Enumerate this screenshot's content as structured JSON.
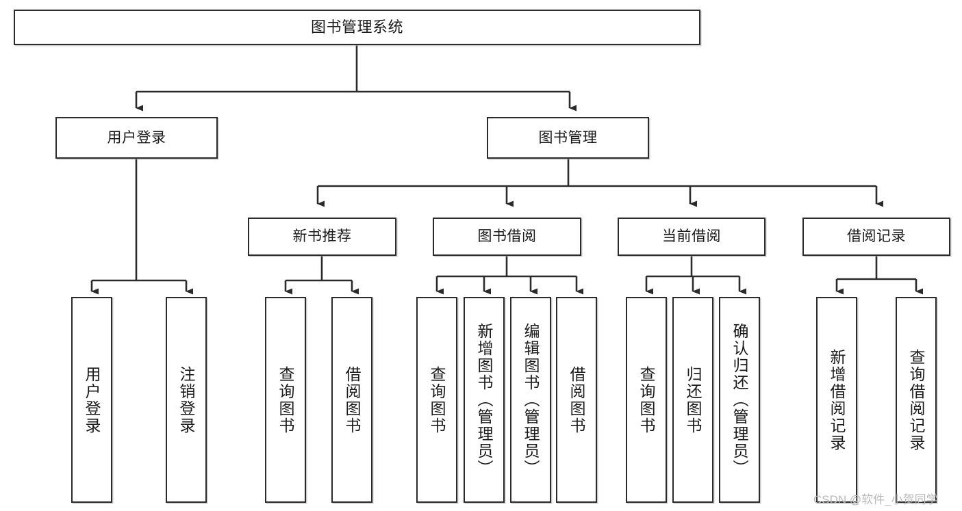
{
  "diagram": {
    "title": "图书管理系统",
    "watermark": "CSDN @软件_小贺同学",
    "colors": {
      "box_border": "#2b2b2b",
      "box_fill": "#ffffff",
      "connector": "#2b2b2b",
      "watermark": "#b9b9b9",
      "background": "#ffffff"
    },
    "levels": {
      "root": "图书管理系统",
      "level2": [
        "用户登录",
        "图书管理"
      ],
      "level3": [
        "新书推荐",
        "图书借阅",
        "当前借阅",
        "借阅记录"
      ]
    },
    "nodes": {
      "root": {
        "label": "图书管理系统"
      },
      "user_login": {
        "label": "用户登录"
      },
      "book_manage": {
        "label": "图书管理"
      },
      "new_book_rec": {
        "label": "新书推荐"
      },
      "book_borrow": {
        "label": "图书借阅"
      },
      "current_borrow": {
        "label": "当前借阅"
      },
      "borrow_record": {
        "label": "借阅记录"
      }
    },
    "leaves": {
      "user_login": [
        {
          "label": "用户登录"
        },
        {
          "label": "注销登录"
        }
      ],
      "new_book_rec": [
        {
          "label": "查询图书"
        },
        {
          "label": "借阅图书"
        }
      ],
      "book_borrow": [
        {
          "label": "查询图书"
        },
        {
          "label": "新增图书（管理员）"
        },
        {
          "label": "编辑图书（管理员）"
        },
        {
          "label": "借阅图书"
        }
      ],
      "current_borrow": [
        {
          "label": "查询图书"
        },
        {
          "label": "归还图书"
        },
        {
          "label": "确认归还（管理员）"
        }
      ],
      "borrow_record": [
        {
          "label": "新增借阅记录"
        },
        {
          "label": "查询借阅记录"
        }
      ]
    }
  }
}
